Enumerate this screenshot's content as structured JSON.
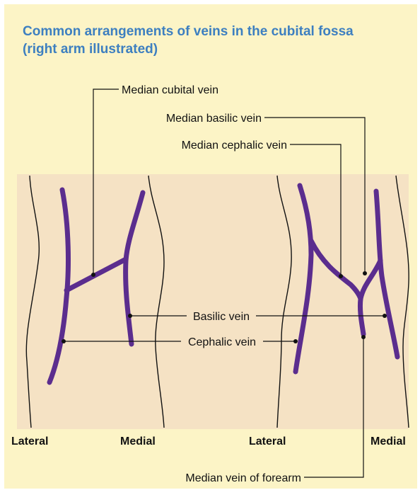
{
  "title": {
    "line1": "Common arrangements of veins in the cubital fossa",
    "line2": "(right arm illustrated)"
  },
  "labels": {
    "median_cubital": "Median cubital vein",
    "median_basilic": "Median basilic vein",
    "median_cephalic": "Median cephalic vein",
    "basilic": "Basilic vein",
    "cephalic": "Cephalic vein",
    "median_forearm": "Median vein of forearm"
  },
  "sides": {
    "left_lateral": "Lateral",
    "left_medial": "Medial",
    "right_lateral": "Lateral",
    "right_medial": "Medial"
  },
  "colors": {
    "background": "#fcf4c6",
    "arm_fill": "#f5e2c4",
    "vein": "#5b2d8e",
    "title": "#3d7fc0"
  }
}
